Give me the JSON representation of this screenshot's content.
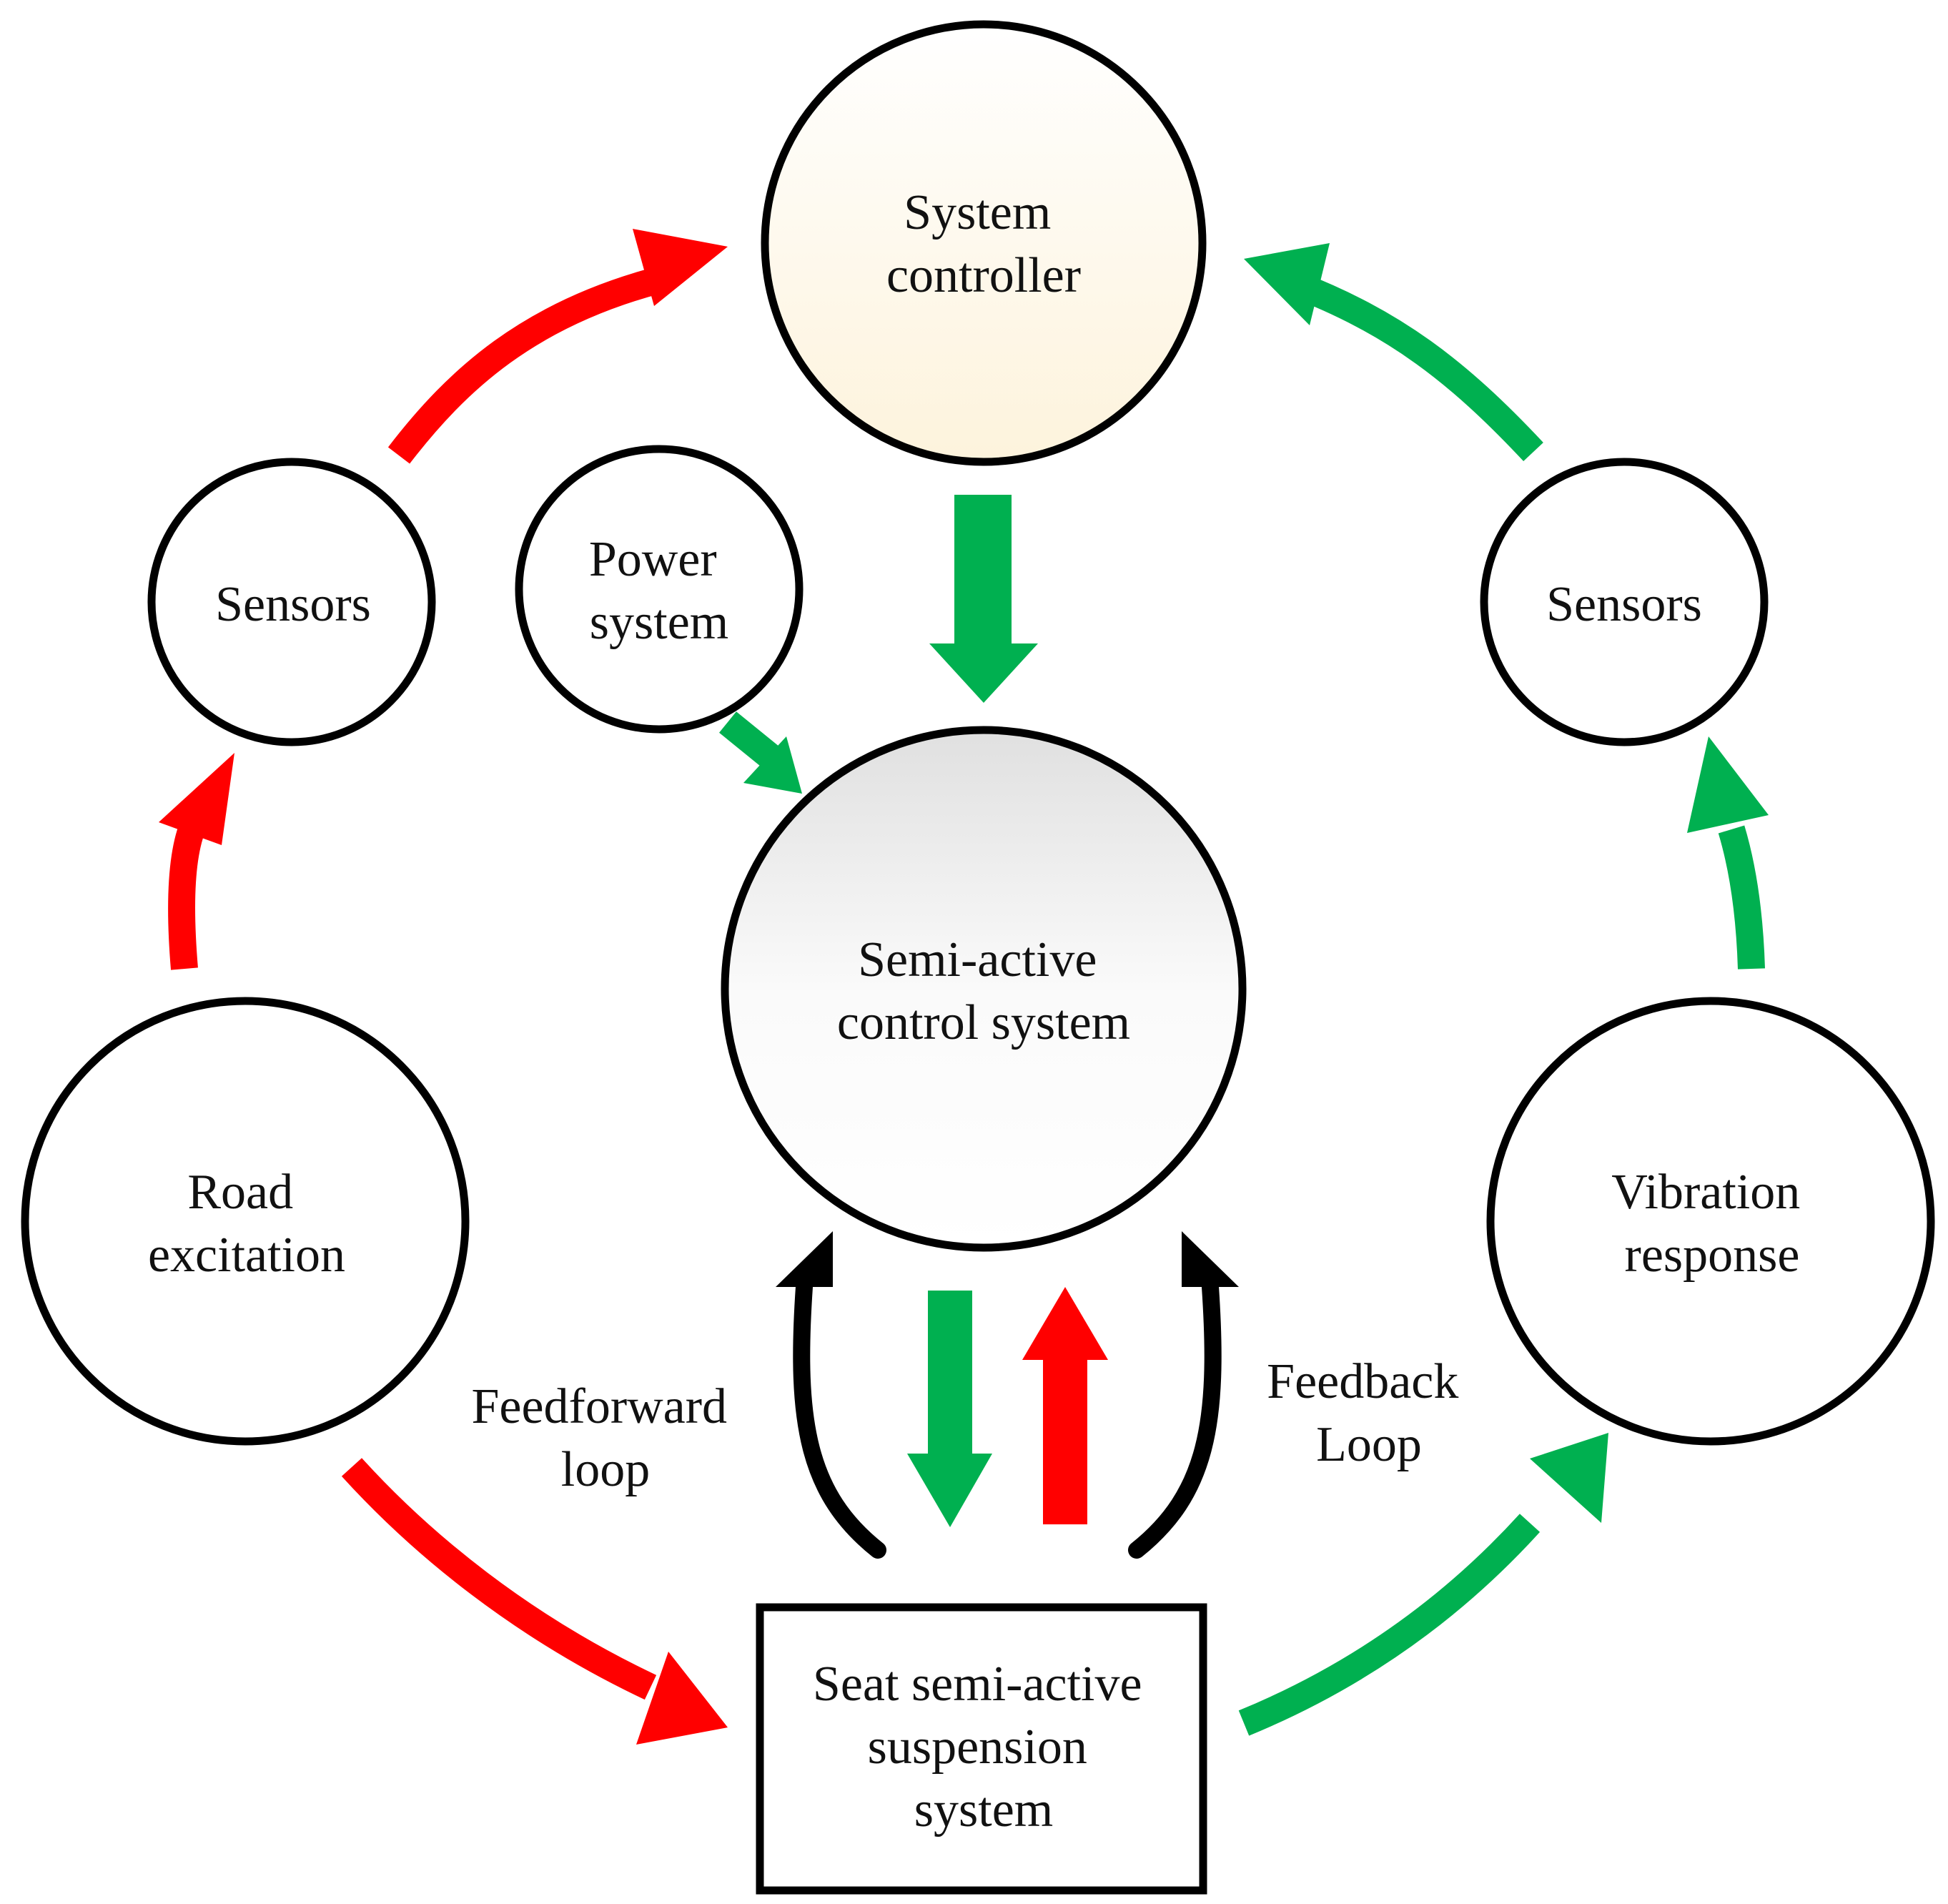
{
  "nodes": {
    "system_controller": [
      "System",
      "controller"
    ],
    "semi_active_control": [
      "Semi-active",
      "control system"
    ],
    "sensors_left": [
      "Sensors"
    ],
    "sensors_right": [
      "Sensors"
    ],
    "power_system": [
      "Power",
      "system"
    ],
    "road_excitation": [
      "Road",
      "excitation"
    ],
    "vibration_response": [
      "Vibration",
      "response"
    ],
    "seat_suspension": [
      "Seat semi-active",
      "suspension",
      "system"
    ]
  },
  "labels": {
    "feedforward": [
      "Feedforward",
      "loop"
    ],
    "feedback": [
      "Feedback",
      "Loop"
    ]
  },
  "colors": {
    "red": "#ff0000",
    "green": "#00b050",
    "black": "#000000",
    "controller_fill_top": "#ffffff",
    "controller_fill_bottom": "#fdf3dc",
    "control_fill_top": "#e3e3e3",
    "control_fill_bottom": "#ffffff"
  }
}
